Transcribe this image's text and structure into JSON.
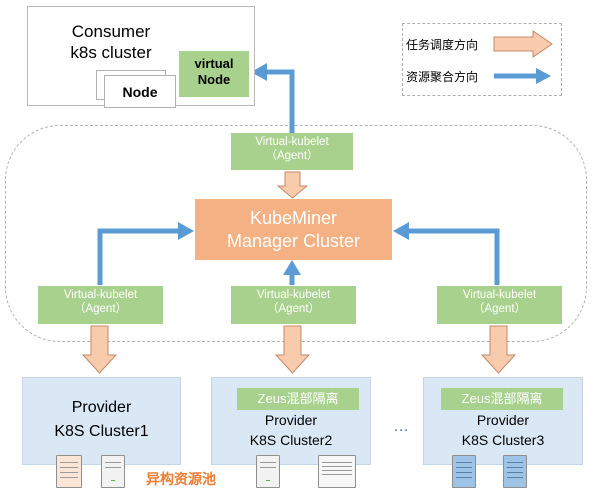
{
  "consumer": {
    "title_line1": "Consumer",
    "title_line2": "k8s cluster",
    "node_label": "Node",
    "virtual_node_line1": "virtual",
    "virtual_node_line2": "Node"
  },
  "legend": {
    "task_direction": "任务调度方向",
    "resource_direction": "资源聚合方向"
  },
  "top_agent": {
    "line1": "Virtual-kubelet",
    "line2": "（Agent）"
  },
  "manager": {
    "line1": "KubeMiner",
    "line2": "Manager Cluster"
  },
  "agents": [
    {
      "line1": "Virtual-kubelet",
      "line2": "（Agent）"
    },
    {
      "line1": "Virtual-kubelet",
      "line2": "（Agent）"
    },
    {
      "line1": "Virtual-kubelet",
      "line2": "（Agent）"
    }
  ],
  "providers": [
    {
      "line1": "Provider",
      "line2": "K8S Cluster1",
      "zeus": ""
    },
    {
      "line1": "Provider",
      "line2": "K8S Cluster2",
      "zeus": "Zeus混部隔离"
    },
    {
      "line1": "Provider",
      "line2": "K8S Cluster3",
      "zeus": "Zeus混部隔离"
    }
  ],
  "ellipsis": "…",
  "heterogeneous_pool": "异构资源池",
  "colors": {
    "orange_arrow": "#f8cbad",
    "orange_arrow_border": "#c5896a",
    "blue_arrow": "#5b9bd5",
    "green_box": "#a9d18e",
    "manager_box": "#f4b183",
    "provider_box": "#dae8f5",
    "pool_text": "#ed7d31"
  }
}
